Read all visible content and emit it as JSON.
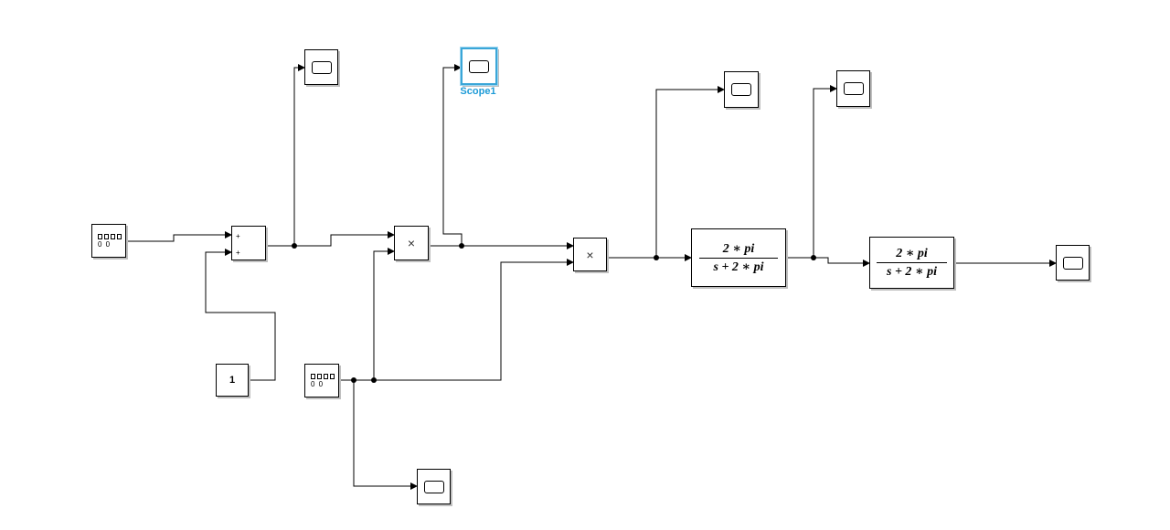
{
  "blocks": {
    "scope1_label": "Scope1",
    "constant_value": "1",
    "sum_signs": [
      "+",
      "+"
    ],
    "product_symbol": "×",
    "tf1": {
      "numerator": "2 ∗ pi",
      "denominator": "s + 2 ∗ pi"
    },
    "tf2": {
      "numerator": "2 ∗ pi",
      "denominator": "s + 2 ∗ pi"
    },
    "repeating_sequence_zeros": "0 0"
  },
  "colors": {
    "selection": "#3aa6d8",
    "label": "#1e9bd7",
    "wire": "#000000"
  },
  "icons": {
    "scope": "scope-screen-icon",
    "source": "repeating-sequence-icon"
  }
}
